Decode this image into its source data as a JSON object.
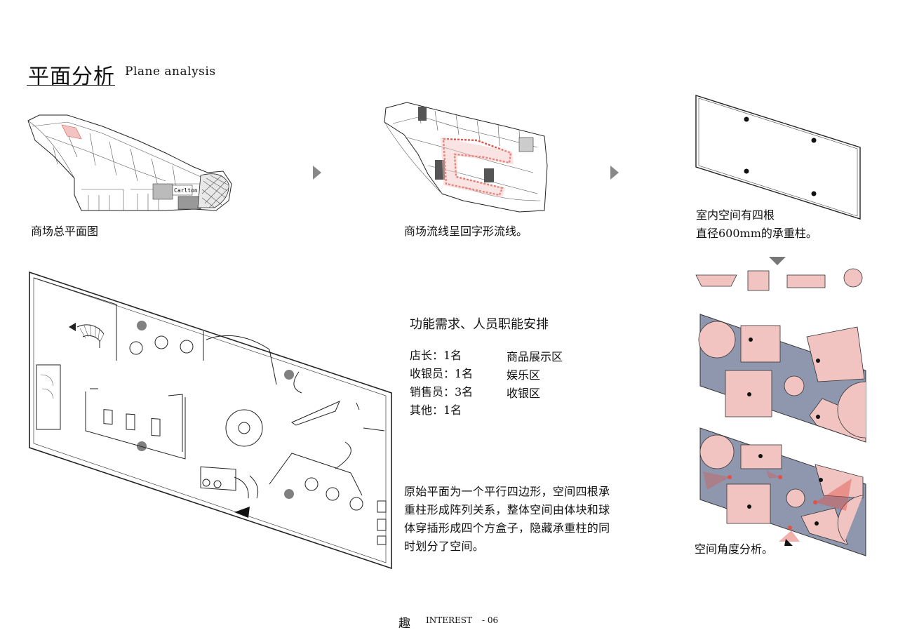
{
  "page": {
    "title_cn": "平面分析",
    "title_en": "Plane analysis"
  },
  "top_row": {
    "mall_plan_caption": "商场总平面图",
    "mall_plan_label": "Carlton",
    "flow_caption": "商场流线呈回字形流线。",
    "columns_note": [
      "室内空间有四根",
      "直径600mm的承重柱。"
    ]
  },
  "function": {
    "heading": "功能需求、人员职能安排",
    "roles": [
      "店长：1名",
      "收银员：1名",
      "销售员：3名",
      "其他：1名"
    ],
    "zones": [
      "商品展示区",
      "娱乐区",
      "收银区"
    ]
  },
  "description": [
    "原始平面为一个平行四边形，空间四根承",
    "重柱形成阵列关系，整体空间由体块和球",
    "体穿插形成四个方盒子，隐藏承重柱的同",
    "时划分了空间。"
  ],
  "angle_caption": "空间角度分析。",
  "colors": {
    "pink": "#f2c4c1",
    "slate": "#8e97ad",
    "red_flow": "#e0524a",
    "gray_column": "#808080"
  },
  "footer": {
    "glyph": "趣",
    "word": "INTEREST",
    "page_number": "- 06"
  }
}
